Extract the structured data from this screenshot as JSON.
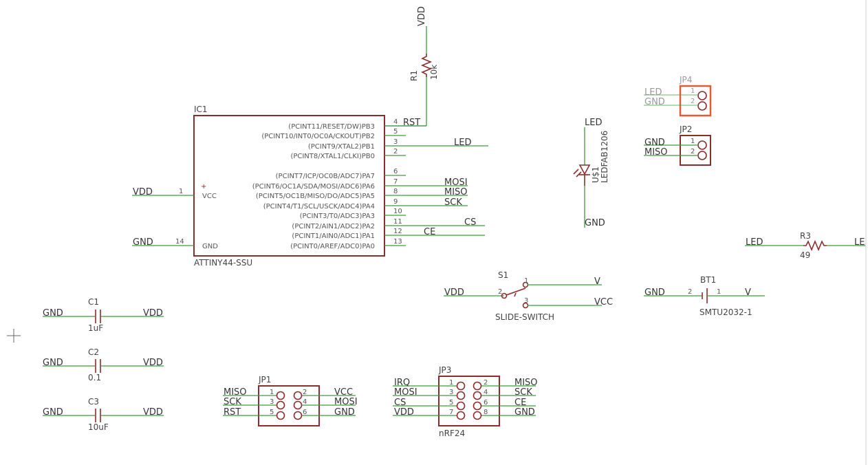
{
  "ic1": {
    "name": "IC1",
    "part": "ATTINY44-SSU",
    "pins_right": [
      {
        "num": "4",
        "label": "(PCINT11/RESET/DW)PB3",
        "net": "RST"
      },
      {
        "num": "5",
        "label": "(PCINT10/INT0/OC0A/CKOUT)PB2",
        "net": ""
      },
      {
        "num": "3",
        "label": "(PCINT9/XTAL2)PB1",
        "net": "LED"
      },
      {
        "num": "2",
        "label": "(PCINT8/XTAL1/CLKI)PB0",
        "net": ""
      },
      {
        "num": "6",
        "label": "(PCINT7/ICP/OC0B/ADC7)PA7",
        "net": ""
      },
      {
        "num": "7",
        "label": "(PCINT6/OC1A/SDA/MOSI/ADC6)PA6",
        "net": "MOSI"
      },
      {
        "num": "8",
        "label": "(PCINT5/OC1B/MISO/DO/ADC5)PA5",
        "net": "MISO"
      },
      {
        "num": "9",
        "label": "(PCINT4/T1/SCL/USCK/ADC4)PA4",
        "net": "SCK"
      },
      {
        "num": "10",
        "label": "(PCINT3/T0/ADC3)PA3",
        "net": ""
      },
      {
        "num": "11",
        "label": "(PCINT2/AIN1/ADC2)PA2",
        "net": "CS"
      },
      {
        "num": "12",
        "label": "(PCINT1/AIN0/ADC1)PA1",
        "net": "CE"
      },
      {
        "num": "13",
        "label": "(PCINT0/AREF/ADC0)PA0",
        "net": ""
      }
    ],
    "pins_left": [
      {
        "num": "1",
        "label": "VCC",
        "net": "VDD"
      },
      {
        "num": "14",
        "label": "GND",
        "net": "GND"
      }
    ]
  },
  "r1": {
    "name": "R1",
    "value": "10k",
    "net": "VDD"
  },
  "u1": {
    "name": "U$1",
    "value": "LEDFAB1206",
    "net_top": "LED",
    "net_bottom": "GND"
  },
  "jp4": {
    "name": "JP4",
    "pins": [
      {
        "num": "1",
        "net": "LED"
      },
      {
        "num": "2",
        "net": "GND"
      }
    ]
  },
  "jp2": {
    "name": "JP2",
    "pins": [
      {
        "num": "1",
        "net": "GND"
      },
      {
        "num": "2",
        "net": "MISO"
      }
    ]
  },
  "r3": {
    "name": "R3",
    "value": "49",
    "net_left": "LED",
    "net_right": "LE"
  },
  "s1": {
    "name": "S1",
    "value": "SLIDE-SWITCH",
    "net_left": "VDD",
    "net_top": "V",
    "net_bottom": "VCC",
    "pin1": "1",
    "pin2": "2",
    "pin3": "3"
  },
  "bt1": {
    "name": "BT1",
    "value": "SMTU2032-1",
    "net_left": "GND",
    "net_right": "V",
    "pin1": "1",
    "pin2": "2"
  },
  "caps": [
    {
      "name": "C1",
      "value": "1uF",
      "net_left": "GND",
      "net_right": "VDD"
    },
    {
      "name": "C2",
      "value": "0.1",
      "net_left": "GND",
      "net_right": "VDD"
    },
    {
      "name": "C3",
      "value": "10uF",
      "net_left": "GND",
      "net_right": "VDD"
    }
  ],
  "jp1": {
    "name": "JP1",
    "left": [
      {
        "net": "MISO",
        "num": "1"
      },
      {
        "net": "SCK",
        "num": "3"
      },
      {
        "net": "RST",
        "num": "5"
      }
    ],
    "right": [
      {
        "net": "VCC",
        "num": "2"
      },
      {
        "net": "MOSI",
        "num": "4"
      },
      {
        "net": "GND",
        "num": "6"
      }
    ]
  },
  "jp3": {
    "name": "JP3",
    "value": "nRF24",
    "left": [
      {
        "net": "IRQ",
        "num": "1"
      },
      {
        "net": "MOSI",
        "num": "3"
      },
      {
        "net": "CS",
        "num": "5"
      },
      {
        "net": "VDD",
        "num": "7"
      }
    ],
    "right": [
      {
        "net": "MISO",
        "num": "2"
      },
      {
        "net": "SCK",
        "num": "4"
      },
      {
        "net": "CE",
        "num": "6"
      },
      {
        "net": "GND",
        "num": "8"
      }
    ]
  },
  "colors": {
    "symbol": "#8a2d2d",
    "wire": "#3c9a3c",
    "highlight": "#e25a3a",
    "background": "#ffffff"
  }
}
